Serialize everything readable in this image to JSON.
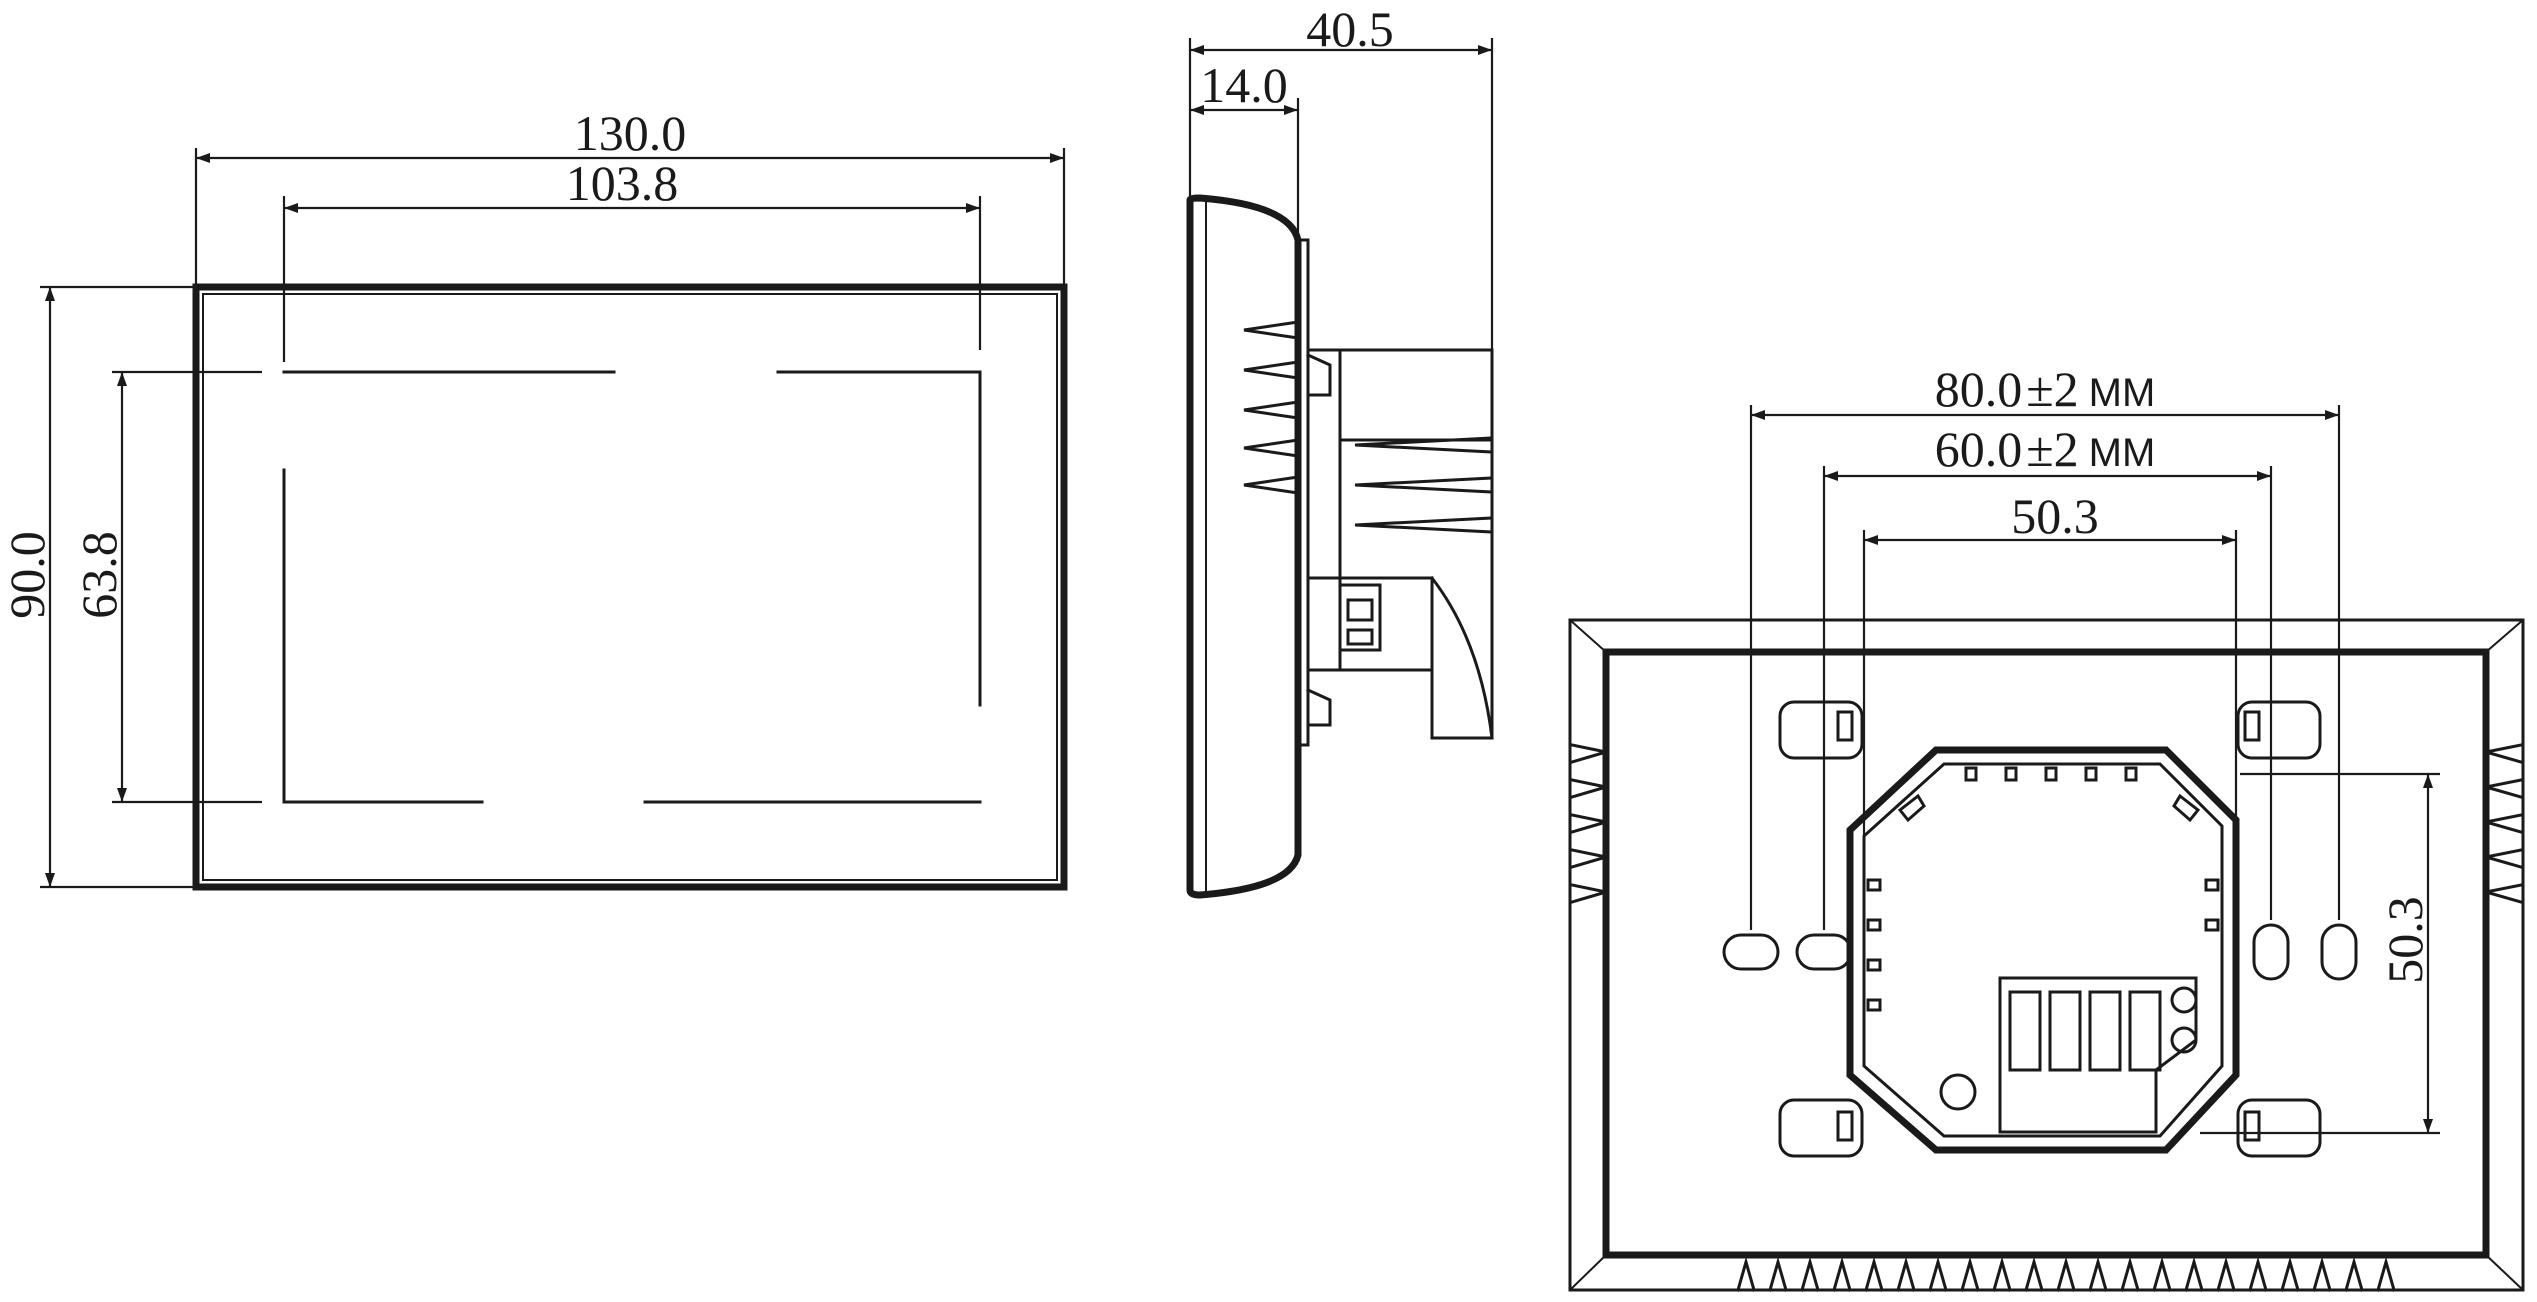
{
  "front_view": {
    "width_label": "130.0",
    "inner_width_label": "103.8",
    "height_label": "90.0",
    "inner_height_label": "63.8"
  },
  "side_view": {
    "depth_label": "40.5",
    "front_depth_label": "14.0"
  },
  "back_view": {
    "hole_spacing_outer": {
      "value": "80.0",
      "tolerance": "±2",
      "unit": "MM"
    },
    "hole_spacing_inner": {
      "value": "60.0",
      "tolerance": "±2",
      "unit": "MM"
    },
    "horizontal_label": "50.3",
    "vertical_label": "50.3"
  },
  "colors": {
    "line": "#1a1a1a",
    "background": "#ffffff"
  }
}
